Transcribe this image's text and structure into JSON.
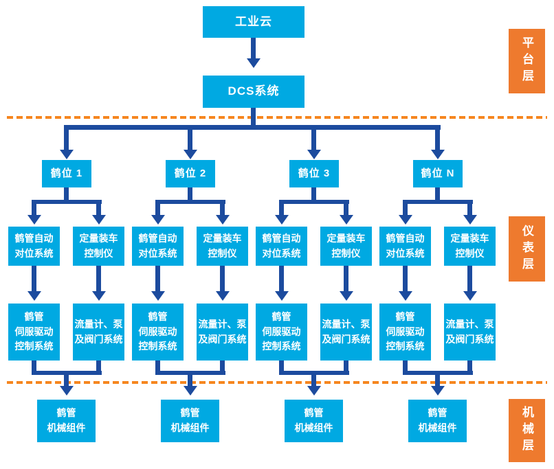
{
  "diagram": {
    "nodes": {
      "cloud": "工业云",
      "dcs": "DCS系统"
    },
    "layers": {
      "platform": "平台层",
      "instrument": "仪表层",
      "mechanical": "机械层"
    },
    "groups": [
      {
        "station": "鹤位 1",
        "arm_positioning": "鹤管自动\n对位系统",
        "loading_controller": "定量装车\n控制仪",
        "servo_drive": "鹤管\n伺服驱动\n控制系统",
        "flow_pump_valve": "流量计、泵\n及阀门系统",
        "mechanical_assembly": "鹤管\n机械组件"
      },
      {
        "station": "鹤位 2",
        "arm_positioning": "鹤管自动\n对位系统",
        "loading_controller": "定量装车\n控制仪",
        "servo_drive": "鹤管\n伺服驱动\n控制系统",
        "flow_pump_valve": "流量计、泵\n及阀门系统",
        "mechanical_assembly": "鹤管\n机械组件"
      },
      {
        "station": "鹤位 3",
        "arm_positioning": "鹤管自动\n对位系统",
        "loading_controller": "定量装车\n控制仪",
        "servo_drive": "鹤管\n伺服驱动\n控制系统",
        "flow_pump_valve": "流量计、泵\n及阀门系统",
        "mechanical_assembly": "鹤管\n机械组件"
      },
      {
        "station": "鹤位 N",
        "arm_positioning": "鹤管自动\n对位系统",
        "loading_controller": "定量装车\n控制仪",
        "servo_drive": "鹤管\n伺服驱动\n控制系统",
        "flow_pump_valve": "流量计、泵\n及阀门系统",
        "mechanical_assembly": "鹤管\n机械组件"
      }
    ],
    "colors": {
      "node_cyan": "#00a9e2",
      "connector_navy": "#1c4b9e",
      "layer_orange": "#ee7a2e",
      "dash_orange": "#f6861f",
      "text_white": "#ffffff"
    }
  }
}
